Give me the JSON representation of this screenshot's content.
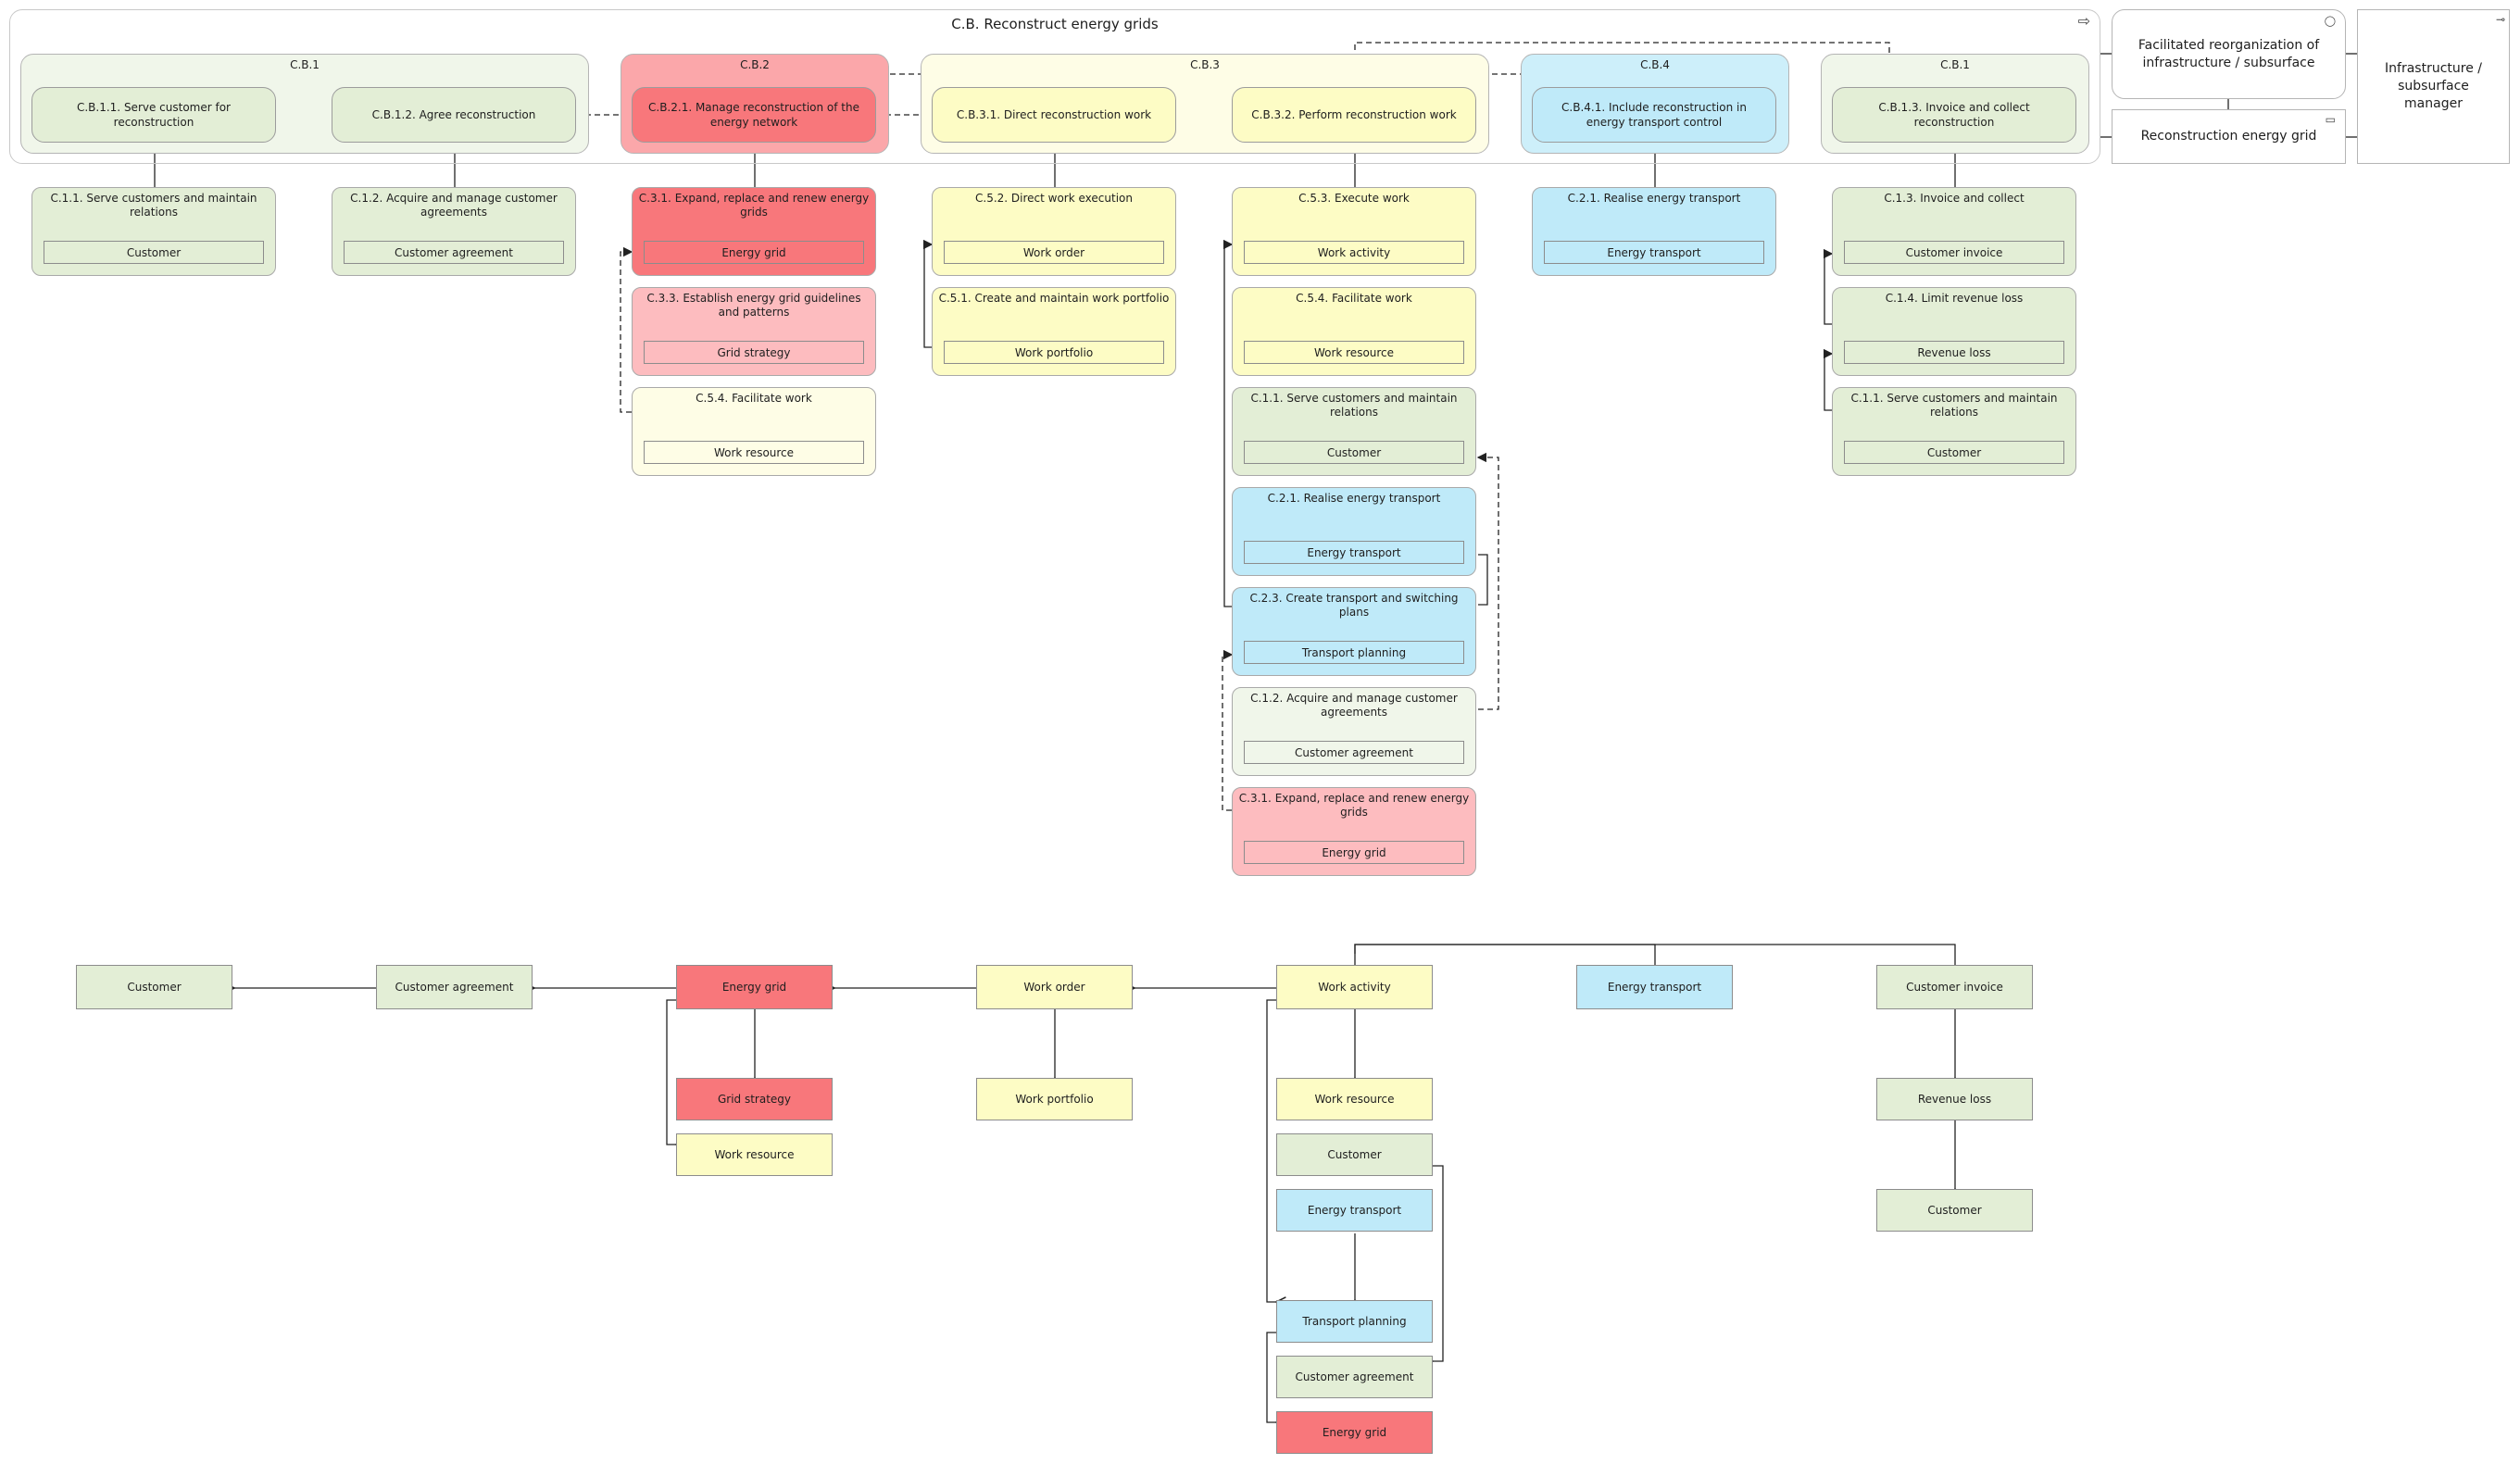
{
  "frame": {
    "title": "C.B. Reconstruct energy grids"
  },
  "groups": [
    {
      "label": "C.B.1"
    },
    {
      "label": "C.B.2"
    },
    {
      "label": "C.B.3"
    },
    {
      "label": "C.B.4"
    },
    {
      "label": "C.B.1"
    }
  ],
  "processes": [
    {
      "label": "C.B.1.1. Serve customer for reconstruction"
    },
    {
      "label": "C.B.1.2. Agree reconstruction"
    },
    {
      "label": "C.B.2.1. Manage reconstruction of the energy network"
    },
    {
      "label": "C.B.3.1. Direct reconstruction work"
    },
    {
      "label": "C.B.3.2. Perform reconstruction work"
    },
    {
      "label": "C.B.4.1. Include reconstruction in energy transport control"
    },
    {
      "label": "C.B.1.3. Invoice and collect reconstruction"
    }
  ],
  "side_panel": {
    "outcome": "Facilitated reorganization of infrastructure / subsurface",
    "product": "Reconstruction energy grid",
    "role": "Infrastructure / subsurface manager"
  },
  "cards": [
    {
      "title": "C.1.1. Serve customers and maintain relations",
      "object": "Customer"
    },
    {
      "title": "C.1.2. Acquire and manage customer agreements",
      "object": "Customer agreement"
    },
    {
      "title": "C.3.1. Expand, replace and renew energy grids",
      "object": "Energy grid"
    },
    {
      "title": "C.3.3. Establish energy grid guidelines and patterns",
      "object": "Grid strategy"
    },
    {
      "title": "C.5.4. Facilitate work",
      "object": "Work resource"
    },
    {
      "title": "C.5.2. Direct work execution",
      "object": "Work order"
    },
    {
      "title": "C.5.1. Create and maintain work portfolio",
      "object": "Work portfolio"
    },
    {
      "title": "C.5.3. Execute work",
      "object": "Work activity"
    },
    {
      "title": "C.5.4. Facilitate work",
      "object": "Work resource"
    },
    {
      "title": "C.1.1. Serve customers and maintain relations",
      "object": "Customer"
    },
    {
      "title": "C.2.1. Realise energy transport",
      "object": "Energy transport"
    },
    {
      "title": "C.2.3. Create transport and switching plans",
      "object": "Transport planning"
    },
    {
      "title": "C.1.2. Acquire and manage customer agreements",
      "object": "Customer agreement"
    },
    {
      "title": "C.3.1. Expand, replace and renew energy grids",
      "object": "Energy grid"
    },
    {
      "title": "C.2.1. Realise energy transport",
      "object": "Energy transport"
    },
    {
      "title": "C.1.3. Invoice and collect",
      "object": "Customer invoice"
    },
    {
      "title": "C.1.4. Limit revenue loss",
      "object": "Revenue loss"
    },
    {
      "title": "C.1.1. Serve customers and maintain relations",
      "object": "Customer"
    }
  ],
  "entities": [
    {
      "label": "Customer"
    },
    {
      "label": "Customer agreement"
    },
    {
      "label": "Energy grid"
    },
    {
      "label": "Work order"
    },
    {
      "label": "Work activity"
    },
    {
      "label": "Energy transport"
    },
    {
      "label": "Customer invoice"
    },
    {
      "label": "Grid strategy"
    },
    {
      "label": "Work resource"
    },
    {
      "label": "Work portfolio"
    },
    {
      "label": "Work resource"
    },
    {
      "label": "Customer"
    },
    {
      "label": "Energy transport"
    },
    {
      "label": "Transport planning"
    },
    {
      "label": "Customer agreement"
    },
    {
      "label": "Energy grid"
    },
    {
      "label": "Revenue loss"
    },
    {
      "label": "Customer"
    }
  ],
  "colors": {
    "green": "#e3eed6",
    "green_light": "#f0f6ea",
    "red": "#f8777b",
    "red_light": "#fdbcbf",
    "red_group": "#fba7aa",
    "yellow": "#fdfcc5",
    "yellow_light": "#fefde6",
    "blue": "#bfeaf9",
    "blue_group": "#cdeffa"
  }
}
